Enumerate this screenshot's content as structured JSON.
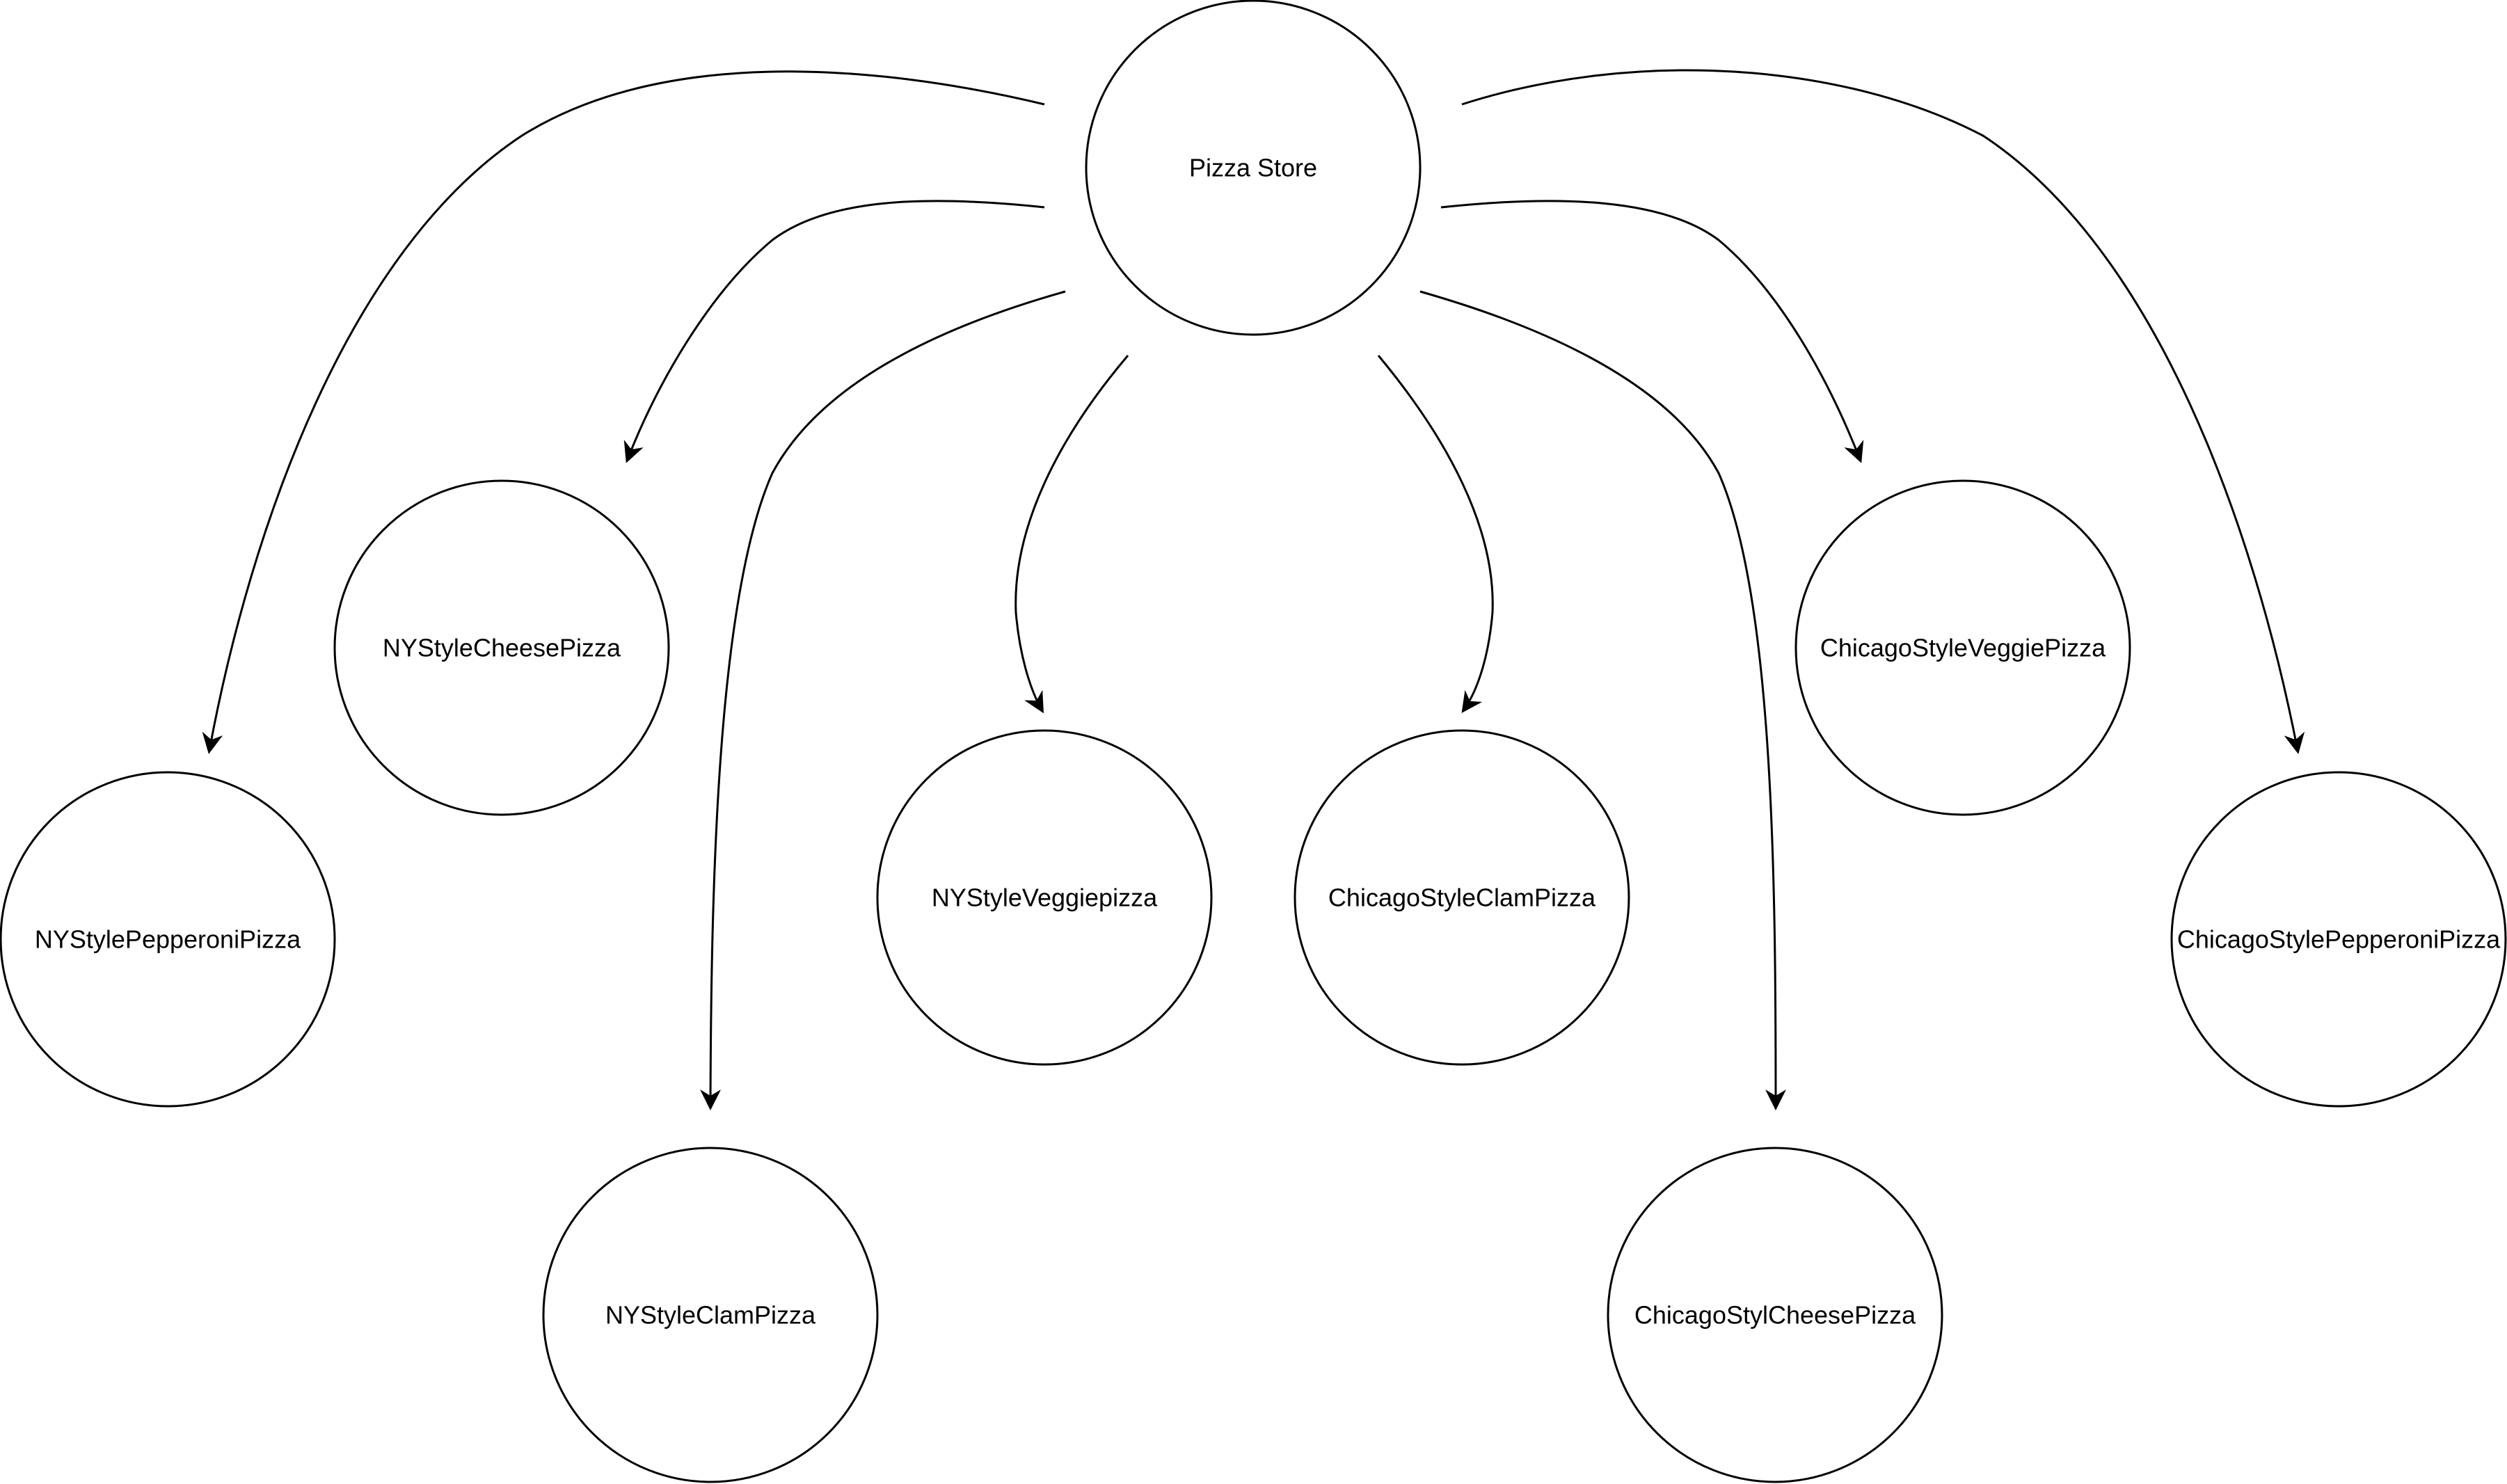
{
  "diagram": {
    "root": {
      "label": "Pizza Store"
    },
    "nodes": [
      {
        "id": "ny-pepperoni",
        "label": "NYStylePepperoniPizza"
      },
      {
        "id": "ny-cheese",
        "label": "NYStyleCheesePizza"
      },
      {
        "id": "ny-clam",
        "label": "NYStyleClamPizza"
      },
      {
        "id": "ny-veggie",
        "label": "NYStyleVeggiepizza"
      },
      {
        "id": "chicago-clam",
        "label": "ChicagoStyleClamPizza"
      },
      {
        "id": "chicago-cheese",
        "label": "ChicagoStylCheesePizza"
      },
      {
        "id": "chicago-veggie",
        "label": "ChicagoStyleVeggiePizza"
      },
      {
        "id": "chicago-pepperoni",
        "label": "ChicagoStylePepperoniPizza"
      }
    ],
    "edges": [
      {
        "from": "root",
        "to": "ny-pepperoni"
      },
      {
        "from": "root",
        "to": "ny-cheese"
      },
      {
        "from": "root",
        "to": "ny-clam"
      },
      {
        "from": "root",
        "to": "ny-veggie"
      },
      {
        "from": "root",
        "to": "chicago-clam"
      },
      {
        "from": "root",
        "to": "chicago-cheese"
      },
      {
        "from": "root",
        "to": "chicago-veggie"
      },
      {
        "from": "root",
        "to": "chicago-pepperoni"
      }
    ],
    "colors": {
      "stroke": "#000000",
      "fill": "#ffffff",
      "background": "#ffffff"
    }
  }
}
